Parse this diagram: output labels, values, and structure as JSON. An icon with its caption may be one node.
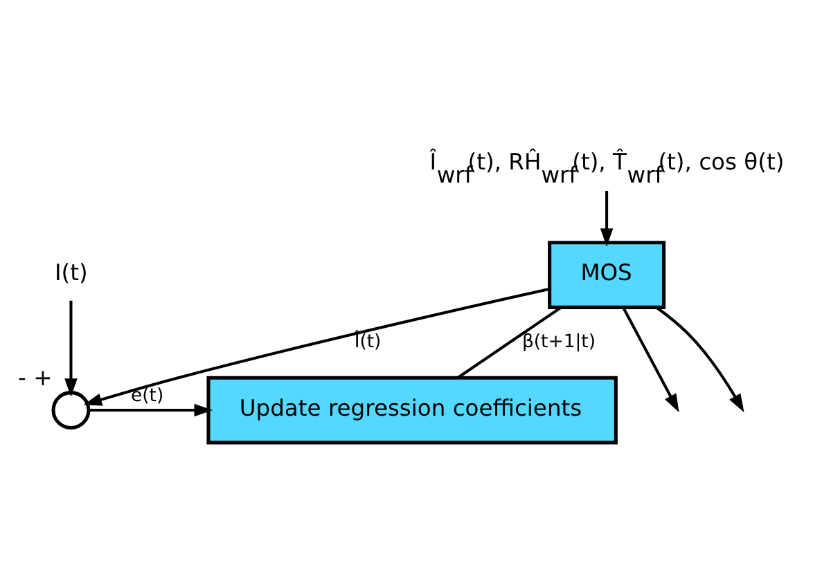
{
  "diagram": {
    "nodes": [
      {
        "text": [
          "Î$_{wrf}$(t), RĤ$_{wrf}$(t), T̂$_{wrf}$(t), cos θ(t)"
        ]
      },
      {
        "text": [
          "MOS"
        ]
      },
      {
        "text": [
          "Update regression coefficients"
        ]
      },
      {
        "text": [],
        "shape": "circle",
        "beside": [
          "-",
          "+"
        ]
      },
      {
        "text": [
          "I(t)"
        ]
      }
    ],
    "edges": [
      {
        "from": 0,
        "to": 1,
        "arrow": "to"
      },
      {
        "from": 1,
        "to": null,
        "arrow": "to"
      },
      {
        "from": 1,
        "to": 3,
        "arrow": "to",
        "label": "Î(t)"
      },
      {
        "from": 1,
        "to": null,
        "arrow": "to"
      },
      {
        "from": 3,
        "to": 2,
        "arrow": "to",
        "label": "e(t)"
      },
      {
        "from": 2,
        "to": 1,
        "arrow": "none",
        "label": "β(t+1|t)"
      },
      {
        "from": 4,
        "to": 3,
        "arrow": "to"
      }
    ]
  }
}
